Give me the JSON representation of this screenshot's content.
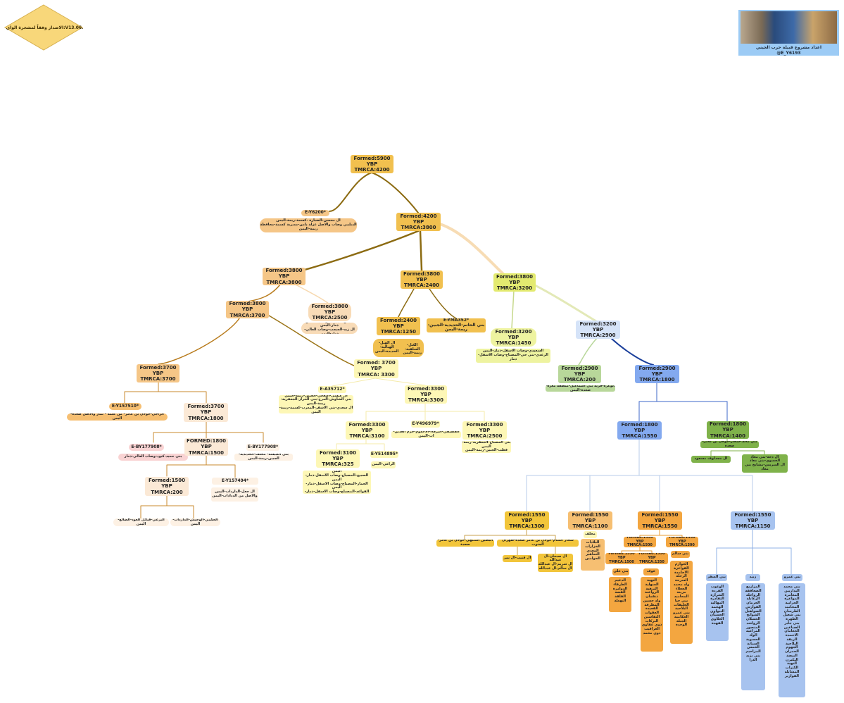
{
  "header": {
    "version_label": "الاصدار وفقاً لمشجرة الواي فل:V13.06.00",
    "project_title": "اعداد مشروع قبيلة حرب الجيني",
    "project_handle": "@E_Y6193",
    "logo_icon": "tribe-project-logo-icon"
  },
  "colors": {
    "gold": "#f1c04f",
    "blue": "#83a9ef",
    "green": "#7fb24a",
    "orange": "#f3a640",
    "link_gold": "#8c6b12",
    "link_blue": "#1b3f9b"
  },
  "nodes": {
    "y6200": "E-Y6200\nFormed:5900 YBP\nTMRCA:4200 YBP",
    "y6200s": "E-Y6200*",
    "y6200s_desc": "ال محسن-الضبارة -كسمة-ريمة-اليمن\nالديلمي وصاب والاصل عزلة يامن-مديرية كسمة-محافظة ريمة-اليمن",
    "y6183": "E-Y6183\nFormed:4200 YBP\nTMRCA:3800 YBP",
    "y157463": "E-Y157463\nFormed:3800 YBP\nTMRCA:3800 YBP",
    "yma352": "E-YMA352\nFormed:3800 YBP\nTMRCA:2400 YBP",
    "f1382": "E-F1382\nFormed:3800 YBP\nTMRCA:3200 YBP",
    "by157520": "E-BY157520\nFormed:3800 YBP\nTMRCA:3700 YBP",
    "ft163350": "E-FT163350\nFormed:3800 YBP\nTMRCA:2500 YBP",
    "ft163350_desc": "الثابتي-الجبجب-وصاب العالي-ذمار-اليمن\nال زيد-الجبجب-وصاب العالي-ذمار-اليمن",
    "yma350": "E-YMA350\nFormed:2400 YBP\nTMRCA:1250 YBP",
    "yma352s": "E-YMA352*\nبني الحاتم-الحديدية-الجبين-ريمة-اليمن",
    "yma350_desc1": "ال الهيل-الهيالية-الحديدة-اليمن",
    "yma350_desc2": "الكثل-السلفية-ريمة-اليمن",
    "y217610": "E-Y217610\nFormed:3200 YBP\nTMRCA:1450 YBP",
    "y217610_desc": "السعيدي-وصاب الاسفل-ذمار-اليمن\nالرعدي-بني حي-المصباح-وصاب الاسفل-ذمار",
    "y6180": "E-Y6180\nFormed:3200 YBP\nTMRCA:2900 YBP",
    "ft162726": "E-FT162726\nFormed:2900 YBP\nTMRCA:200 YBP",
    "ft162726_desc": "الوعرة-قرية بني اسماعيل-منطقة معزة-صعدة-اليمن",
    "y6172": "E-Y6172\nFormed:2900 YBP\nTMRCA:1800 YBP",
    "a35712": "E-A35712\nFormed: 3700 YBP\nTMRCA: 3300 YBP",
    "a35712s": "E-A35712*",
    "a35712s_desc": "ال عيسى-الثعالي-الجبين-ريمة-اليمن\nبني الشاوش-المرج-بني الحراز-الجعفرية-ريمة-اليمن\nال سعدي-بني الاشقر-المغرب-كسمة-ريمة-اليمن",
    "y496979": "E-Y496979\nFormed:3300 YBP\nTMRCA:3300 YBP",
    "y514895": "E-Y514895\nFormed:3300 YBP\nTMRCA:3100 YBP",
    "y496979s": "E-Y496979*",
    "y496979s_desc": "القصيفي-البرقاء-الاحكوم-حزم العدين-اب-اليمن",
    "y496997": "E-Y496997\nFormed:3300 YBP\nTMRCA:2500 YBP",
    "y496997_desc": "بني المصباح-الجعفرية-ريمة-اليمن\nقطب-الجبين-ريمة-اليمن",
    "y514888": "E-Y514888\nFormed:3100 YBP\nTMRCA:325 YBP",
    "y514888_desc": "المجيرين-المصباح-وصاب الاسفل-ذمار-اليمن\nالصبيح-المصباح-وصاب الاسفل-ذمار-اليمن\nالجمار-المصباح-وصاب الاسفل-ذمار-اليمن\nالقواعد-المصباح-وصاب الاسفل-ذمار-اليمن",
    "y514895s": "E-Y514895*",
    "y514895s_desc": "الراعي-اليمن",
    "y157510": "E-Y157510\nFormed:3700 YBP\nTMRCA:3700 YBP",
    "y157510s": "E-Y157510*",
    "y157510s_desc": "الزاجي-خولان بن عامر- من علمة - ثمار والاصل صعدة-اليمن",
    "by177908": "E-BY177908\nFormed:3700 YBP\nTMRCA:1800 YBP",
    "by177908s_l": "E-BY177908*",
    "by177908s_l_desc": "بني حميد-كبود-وصاب العالي-ذمار",
    "y157494": "E-Y157494\nFORMED:1800 YBP\nTMRCA:1500 YBP",
    "by177908s_r": "E-BY177908*",
    "by177908s_r_desc": "بني اللبيسة- مخلف-الحديدية-الجبين-ريمة-اليمن",
    "y157453": "E-Y157453\nFormed:1500 YBP\nTMRCA:200 YBP",
    "y157494s": "E-Y157494*",
    "y157494s_desc": "ال جعل-الدارداب-اليمن\nوالاصل من الدداداب-اليمن",
    "y157453_l": "البرعي-قبائل العود-الضالع-اليمن",
    "y157453_r": "الحكمي-الوحيش-الدارداب-اليمن",
    "y6193": "E-Y6193\nFormed:1800 YBP\nTMRCA:1550 YBP",
    "yma208": "E-YMA208\nFormed:1800 YBP\nTMRCA:1400 YBP",
    "yma208_desc": "بني مالك-سحار-خولان بن عامر-صعدة",
    "yma208_l": "ال مجدلوف مسعود",
    "yma208_r": "ال دحة-بني معاذ\nالحسوي-بني معاذ\nال السريس-مشايخ بني معاذ",
    "y237386": "E-Y237386\nFormed:1550 YBP\nTMRCA:1300 YBP",
    "by123215": "E-BY123215\nFormed:1550 YBP\nTMRCA:1100 YBP",
    "y6198": "E-Y6198\nFormed:1550 YBP\nTMRCA:1550 YBP",
    "y6966": "E-Y6966\nFormed:1550 YBP\nTMRCA:1150 YBP",
    "y237386_a": "البطين المنبهي-خولان بن عامر-صعدة",
    "y237386_b": "سحار الشام-خولان بن عامر صعدة-ظهران الجنوب",
    "y237386_c": "ال قنيب-ال نمر",
    "y237386_d": "ال صبحان-ال عبدالله\nال شريم-ال عبدالله\nال سالم-ال عبدالله",
    "by123215_lbl": "مخلف",
    "by123215_list": "البلادات\nالخزازات\nالمعدي\nالتماهير\nالحوامين",
    "y106723": "E-Y106723\nFormed:1550 YBP\nTMRCA:1500 YBP",
    "y167765": "E-Y167765\nFormed:1550 YBP\nTMRCA:1300 YBP",
    "by10557": "E-BY10557\nFormed:1550 YBP\nTMRCA:1500 YBP",
    "fgc45210": "E-FGC45210\nFormed:1550 YBP\nTMRCA:1350 YBP",
    "y167765_lbl": "بني سالم",
    "by10557_lbl": "بني علي",
    "fgc45210_lbl": "عوف",
    "by10557_list": "الدغيم\nالطرقاء\nالدوامرة\nالقضة\nالقلقة\nالنهغلة",
    "fgc45210_list": "النهبة\nالسهلية\nالنزهية\nالرواعنة\nذنقمان\nولد حسين\nالمطرفة\nالقعيدة\nالعقوات\nالنقاسين\nالبركات\nذوي عفاوي\nالعراقيب\nذوي محمد",
    "y167765_list": "الخوازم\nالقواعزة\nالاحامدة\nالرحلة\nالسرحة\nولد محمد\nالجعلاء\nمزينة\nالمحاميد\nبني حيا\nالحليقات\nالبلاحية\nبني عمرو\nالحكامية\nالجبلة\nالوحدة",
    "y6966_l_lbl": "بني السفر",
    "y6966_m_lbl": "زبيد",
    "y6966_r_lbl": "بني عمرو",
    "y6966_l_list": "الوعوب\nالفردة\nالشرازة\nالثقادرة\nالمهالبة\nالهجمة\nالنبواوي\nالحسنان\nالخلاوي\nالفهدة",
    "y6966_m_list": "المزاريع\nالصعافقة\nالرواجلة\nالزعابلة\nالجرمان\nالفوارس\nالصواهيل\nالشوابح\nالحسلان\nالرواشد\nالمنصور\nالمراعية\nالوك\nالحسوية\nالسنانة\nالخمس\nالمزاحيم\nبني بزبد\nالذرا",
    "y6966_r_list": "بني محمد\nالبداريين\nالمعامرة\nالمواعزة\nالحرابية\nالمحاميد\nالطرسان\nبني شعيل\nالظهرة\nبني جابر\nالضباعين\nالجعامان\nالاحمدة\nالربقة\nالبلاحية\nالجهوم\nالحمران\nالبيضة\nالبكيرن\nالنهبة\nالكثرات\nالمشابلة\nالفوازير"
  }
}
